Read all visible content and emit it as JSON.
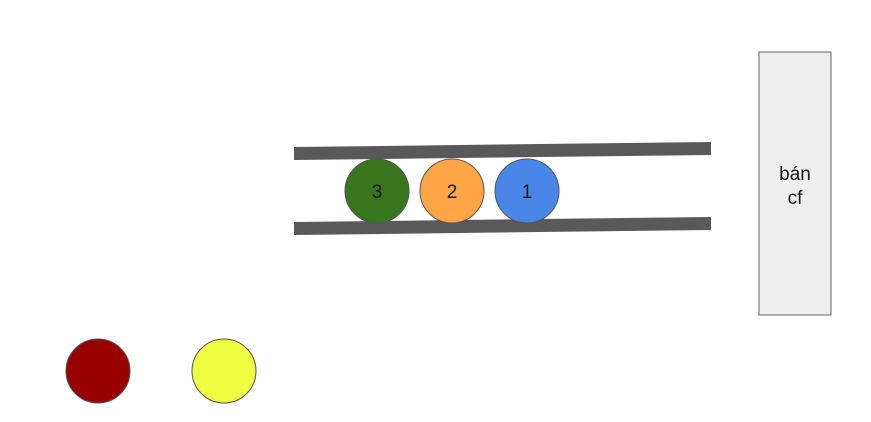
{
  "colors": {
    "background": "#ffffff",
    "track": "#595959",
    "box_fill": "#eeeeee",
    "box_stroke": "#666666",
    "ball_stroke": "#555555"
  },
  "queue_balls": [
    {
      "label": "3",
      "color": "#38761d"
    },
    {
      "label": "2",
      "color": "#ffa545"
    },
    {
      "label": "1",
      "color": "#4a86e8"
    }
  ],
  "loose_balls": [
    {
      "label": "",
      "color": "#990000"
    },
    {
      "label": "",
      "color": "#eeff41"
    }
  ],
  "box": {
    "line1": "bán",
    "line2": "cf"
  }
}
